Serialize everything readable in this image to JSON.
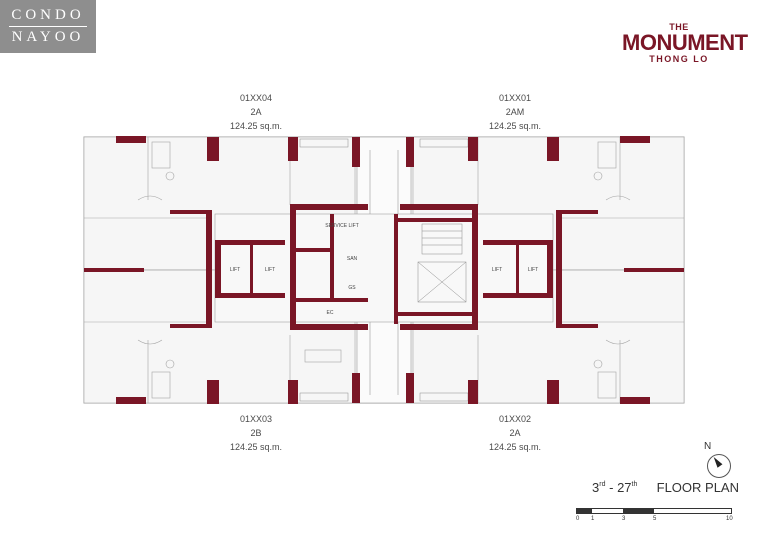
{
  "watermark": {
    "line1": "CONDO",
    "line2": "NAYOO"
  },
  "logo": {
    "the": "THE",
    "name": "MONUMENT",
    "location": "THONG LO"
  },
  "units": [
    {
      "id": "01XX04",
      "type": "2A",
      "area": "124.25 sq.m."
    },
    {
      "id": "01XX01",
      "type": "2AM",
      "area": "124.25 sq.m."
    },
    {
      "id": "01XX03",
      "type": "2B",
      "area": "124.25 sq.m."
    },
    {
      "id": "01XX02",
      "type": "2A",
      "area": "124.25 sq.m."
    }
  ],
  "core_labels": {
    "service_lift": "SERVICE LIFT",
    "san": "SAN",
    "gs": "GS",
    "ec": "EC",
    "lift": "LIFT"
  },
  "floor_plan": {
    "from": "3",
    "from_sup": "rd",
    "to": "27",
    "to_sup": "th",
    "title": "FLOOR PLAN"
  },
  "compass": {
    "north": "N"
  },
  "scale": {
    "ticks": [
      "0",
      "1",
      "3",
      "5",
      "10"
    ]
  },
  "colors": {
    "accent": "#7a1626",
    "wall_fill": "#f2f2f2",
    "line": "#9a9a9a"
  }
}
